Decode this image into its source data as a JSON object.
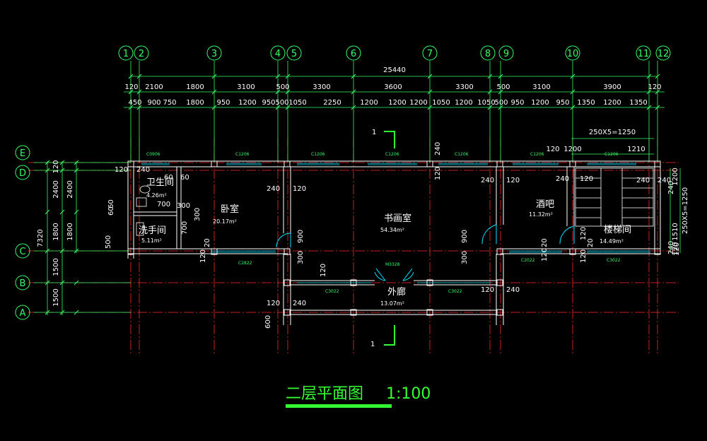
{
  "drawing": {
    "title": "二层平面图",
    "scale": "1:100",
    "total_width": "25440",
    "total_depth": "7320",
    "stair_dim_top": "250X5=1250",
    "stair_dim_right": "250X5=1250"
  },
  "colors": {
    "background": "#000000",
    "axis_line": "#ff2a2a",
    "wall": "#ffffff",
    "dimension": "#33ff66",
    "window": "#00e5ff",
    "text": "#ffffff",
    "title": "#33ff33"
  },
  "axes_vertical": [
    "1",
    "2",
    "3",
    "4",
    "5",
    "6",
    "7",
    "8",
    "9",
    "10",
    "11",
    "12"
  ],
  "axes_horizontal": [
    "E",
    "D",
    "C",
    "B",
    "A"
  ],
  "dims_row1": [
    "120",
    "2100",
    "1800",
    "3100",
    "500",
    "3300",
    "3600",
    "3300",
    "500",
    "3100",
    "3900",
    "120"
  ],
  "dims_row2": [
    "450",
    "900",
    "750",
    "1800",
    "950",
    "1200",
    "950",
    "500",
    "1050",
    "2250",
    "1200",
    "1200",
    "1200",
    "1050",
    "1200",
    "1050",
    "500",
    "950",
    "1200",
    "950",
    "1350",
    "1200",
    "1350"
  ],
  "dims_left_outer": [
    "120",
    "2400",
    "1800",
    "1500",
    "1500"
  ],
  "dims_left_inner": [
    "2400",
    "1800"
  ],
  "dims_right": [
    "1200",
    "1510",
    "120"
  ],
  "dims_stair_top": [
    "120",
    "1200",
    "1210"
  ],
  "rooms": [
    {
      "name": "卫生间",
      "area": "4.26m²"
    },
    {
      "name": "洗手间",
      "area": "5.11m²"
    },
    {
      "name": "卧室",
      "area": "20.17m²"
    },
    {
      "name": "书画室",
      "area": "54.34m²"
    },
    {
      "name": "酒吧",
      "area": "11.32m²"
    },
    {
      "name": "楼梯间",
      "area": "14.49m²"
    },
    {
      "name": "外廊",
      "area": "13.07m²"
    }
  ],
  "window_codes": [
    "C0906",
    "C1206",
    "C1206",
    "C1206",
    "C1206",
    "C1206",
    "C1206",
    "C2822",
    "C3022",
    "C3022",
    "C2022",
    "C3022",
    "M3328"
  ],
  "misc_dims": [
    "120",
    "240",
    "60",
    "60",
    "700",
    "300",
    "60",
    "60",
    "700",
    "300",
    "500",
    "120",
    "20",
    "240",
    "120",
    "900",
    "300",
    "120",
    "240",
    "120",
    "240",
    "120",
    "240",
    "240",
    "120",
    "20",
    "120",
    "240",
    "900",
    "300",
    "120",
    "20",
    "120",
    "240",
    "120",
    "240",
    "600",
    "120",
    "240",
    "240",
    "120",
    "1"
  ]
}
